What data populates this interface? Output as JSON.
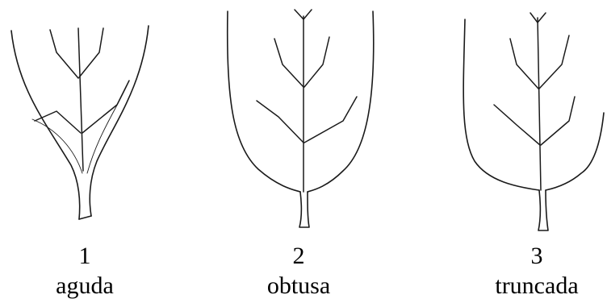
{
  "leaves": [
    {
      "number": "1",
      "name": "aguda"
    },
    {
      "number": "2",
      "name": "obtusa"
    },
    {
      "number": "3",
      "name": "truncada"
    }
  ]
}
